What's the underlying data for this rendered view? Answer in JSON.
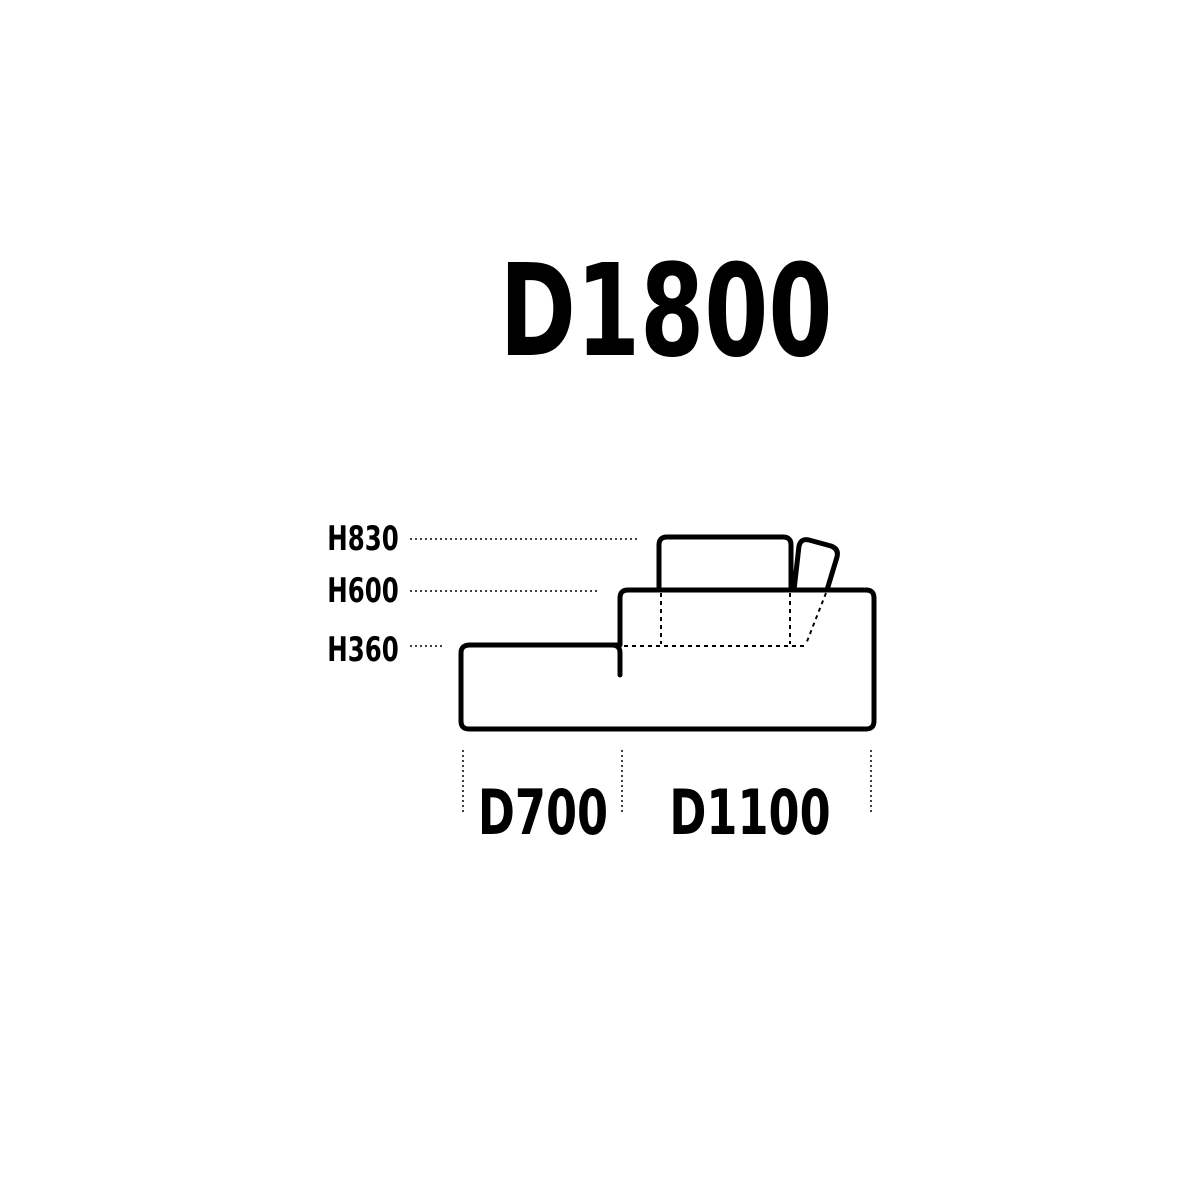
{
  "title": "D1800",
  "heights": {
    "h830": "H830",
    "h600": "H600",
    "h360": "H360"
  },
  "depths": {
    "d700": "D700",
    "d1100": "D1100"
  }
}
